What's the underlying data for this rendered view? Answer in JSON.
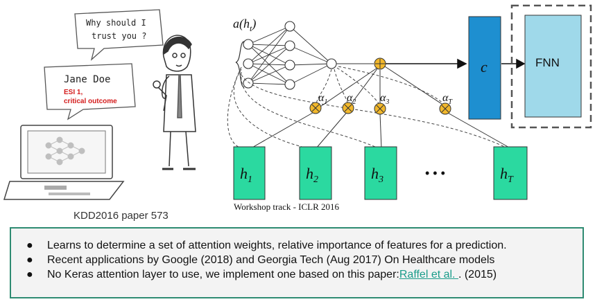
{
  "left_scene": {
    "doctor_question": [
      "Why should I",
      "trust you ?"
    ],
    "patient_name": "Jane Doe",
    "patient_status": [
      "ESI 1,",
      "critical outcome"
    ],
    "paper_caption": "KDD2016 paper 573"
  },
  "attention_diagram": {
    "attention_fn_label": "a(h",
    "attention_fn_sub": "t",
    "context_label": "c",
    "fnn_label": "FNN",
    "hidden_states": [
      {
        "base": "h",
        "sub": "1"
      },
      {
        "base": "h",
        "sub": "2"
      },
      {
        "base": "h",
        "sub": "3"
      },
      {
        "base": "h",
        "sub": "T"
      }
    ],
    "weights": [
      {
        "base": "α",
        "sub": "1"
      },
      {
        "base": "α",
        "sub": "2"
      },
      {
        "base": "α",
        "sub": "3"
      },
      {
        "base": "α",
        "sub": "T"
      }
    ],
    "ellipsis": "• • •",
    "workshop_caption": "Workshop track - ICLR 2016",
    "colors": {
      "hidden": "#2bd9a0",
      "context": "#1e8fd0",
      "fnn": "#9fd9ea",
      "operator": "#f2b82c"
    }
  },
  "notes": {
    "bullets": [
      {
        "text": "Learns to determine a set of attention weights, relative importance of features for a prediction."
      },
      {
        "text": "Recent applications by Google (2018) and Georgia Tech (Aug 2017) On  Healthcare models"
      },
      {
        "text_before": "No Keras attention layer to use, we implement one based on this paper:",
        "link": "Raffel et al. ",
        "text_after": ". (2015)"
      }
    ],
    "bullet_glyph": "●"
  }
}
